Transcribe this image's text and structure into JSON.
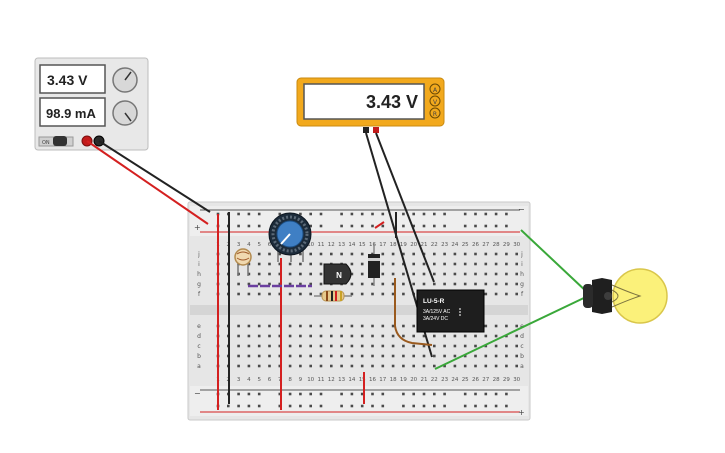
{
  "power_supply": {
    "voltage": "3.43 V",
    "current": "98.9 mA",
    "on_label": "ON"
  },
  "multimeter": {
    "reading": "3.43 V",
    "modes": [
      "A",
      "V",
      "R"
    ]
  },
  "relay": {
    "model": "LU-5-R",
    "rating_ac": "3A/125V AC",
    "rating_dc": "3A/24V DC"
  },
  "transistor": {
    "label": "N"
  },
  "breadboard": {
    "column_numbers": [
      "1",
      "2",
      "3",
      "4",
      "5",
      "6",
      "7",
      "8",
      "9",
      "10",
      "11",
      "12",
      "13",
      "14",
      "15",
      "16",
      "17",
      "18",
      "19",
      "20",
      "21",
      "22",
      "23",
      "24",
      "25",
      "26",
      "27",
      "28",
      "29",
      "30"
    ],
    "top_rows": [
      "a",
      "b",
      "c",
      "d",
      "e"
    ],
    "bottom_rows": [
      "f",
      "g",
      "h",
      "i",
      "j"
    ],
    "rail_plus": "+",
    "rail_minus": "−"
  },
  "colors": {
    "wire_red": "#d42020",
    "wire_black": "#222222",
    "wire_green": "#3aa83a",
    "wire_purple": "#6b3fa0",
    "wire_brown": "#9a5a1e",
    "meter_yellow": "#f2a91d",
    "bulb_yellow": "#fbf17a"
  }
}
